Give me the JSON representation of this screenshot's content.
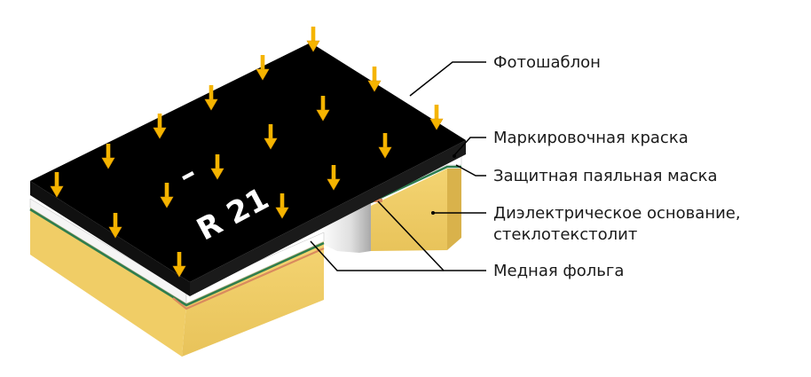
{
  "board_marking": {
    "dash": "–",
    "designator": "R 21"
  },
  "callouts": [
    {
      "label": "Фотошаблон"
    },
    {
      "label": "Маркировочная краска"
    },
    {
      "label": "Защитная паяльная маска"
    },
    {
      "label": "Диэлектрическое основание,"
    },
    {
      "label": "стеклотекстолит"
    },
    {
      "label": "Медная фольга"
    }
  ],
  "colors": {
    "photomask": "#000000",
    "dielectric": "#f2cf6a",
    "dielectric_dark": "#d9b24b",
    "solder_mask": "#2e7d4f",
    "copper": "#d98a5e",
    "arrow": "#f5b400",
    "arrow_edge": "#e09b00"
  },
  "icons": {
    "light_arrow": "arrow-down-icon"
  }
}
